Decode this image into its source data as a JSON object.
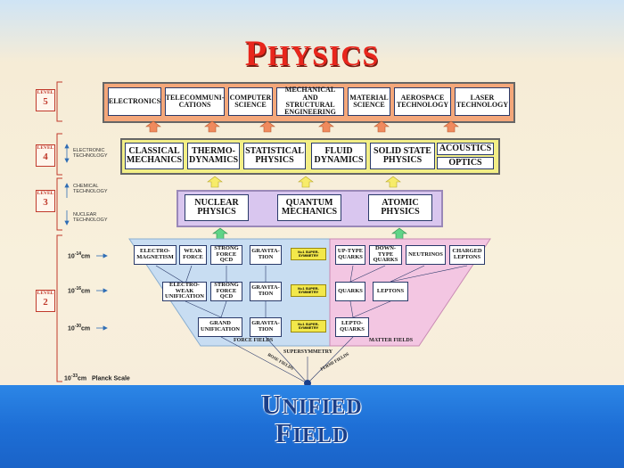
{
  "title": {
    "first": "P",
    "rest": "HYSICS"
  },
  "bottom_title": {
    "line1_first": "U",
    "line1_rest": "NIFIED",
    "line2_first": "F",
    "line2_rest": "IELD"
  },
  "levels": {
    "l5": {
      "word": "LEVEL",
      "num": "5"
    },
    "l4": {
      "word": "LEVEL",
      "num": "4"
    },
    "l3": {
      "word": "LEVEL",
      "num": "3"
    },
    "l2": {
      "word": "LEVEL",
      "num": "2"
    }
  },
  "side_notes": {
    "electronic": "ELECTRONIC TECHNOLOGY",
    "chemical": "CHEMICAL TECHNOLOGY",
    "nuclear": "NUCLEAR TECHNOLOGY"
  },
  "scales": {
    "s14_base": "10",
    "s14_exp": "-14",
    "s14_unit": "cm",
    "s16_base": "10",
    "s16_exp": "-16",
    "s16_unit": "cm",
    "s30_base": "10",
    "s30_exp": "-30",
    "s30_unit": "cm",
    "s33_base": "10",
    "s33_exp": "-33",
    "s33_unit": "cm",
    "planck": "Planck Scale"
  },
  "level5": [
    "ELECTRONICS",
    "TELECOMMUNI-CATIONS",
    "COMPUTER SCIENCE",
    "MECHANICAL AND STRUCTURAL ENGINEERING",
    "MATERIAL SCIENCE",
    "AEROSPACE TECHNOLOGY",
    "LASER TECHNOLOGY"
  ],
  "level4": [
    "CLASSICAL MECHANICS",
    "THERMO-DYNAMICS",
    "STATISTICAL PHYSICS",
    "FLUID DYNAMICS",
    "SOLID STATE PHYSICS",
    "ACOUSTICS",
    "OPTICS"
  ],
  "level3": [
    "NUCLEAR PHYSICS",
    "QUANTUM MECHANICS",
    "ATOMIC PHYSICS"
  ],
  "level2": {
    "row1_force": [
      "ELECTRO-MAGNETISM",
      "WEAK FORCE",
      "STRONG FORCE QCD",
      "GRAVITA-TION"
    ],
    "row2_force": [
      "ELECTRO-WEAK UNIFICATION",
      "STRONG FORCE QCD",
      "GRAVITA-TION"
    ],
    "row3_force": [
      "GRAND UNIFICATION",
      "GRAVITA-TION"
    ],
    "supersym": "N=1 SUPER-SYMMETRY",
    "row1_matter": [
      "UP-TYPE QUARKS",
      "DOWN-TYPE QUARKS",
      "NEUTRINOS",
      "CHARGED LEPTONS"
    ],
    "row2_matter": [
      "QUARKS",
      "LEPTONS"
    ],
    "row3_matter": [
      "LEPTO-QUARKS"
    ],
    "force_fields": "FORCE FIELDS",
    "matter_fields": "MATTER FIELDS"
  },
  "fan_labels": {
    "supersymmetry": "SUPERSYMMETRY",
    "bose": "BOSE FIELDS",
    "fermi": "FERMI FIELDS"
  },
  "colors": {
    "title": "#e8261c",
    "level5_band": "#f4a77a",
    "level4_band": "#f2ee86",
    "level3_band": "#d9c6ef",
    "force_panel": "#c8ddf2",
    "matter_panel": "#f3c6e2",
    "sea": "#1e6fd6"
  }
}
